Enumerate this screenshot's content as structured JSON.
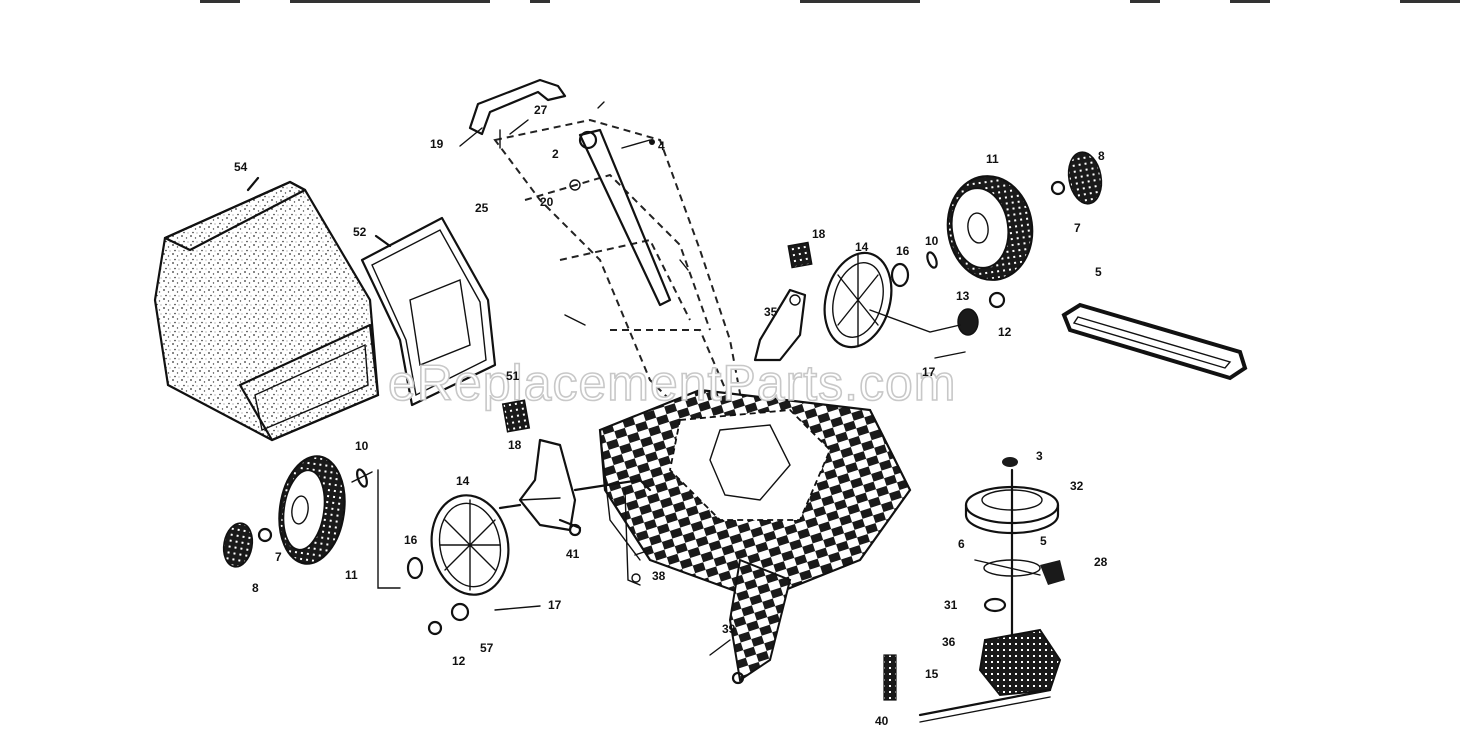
{
  "watermark": "eReplacementParts.com",
  "callouts": [
    {
      "id": "54",
      "text": "54"
    },
    {
      "id": "52",
      "text": "52"
    },
    {
      "id": "19",
      "text": "19"
    },
    {
      "id": "27",
      "text": "27"
    },
    {
      "id": "25",
      "text": "25"
    },
    {
      "id": "2",
      "text": "2"
    },
    {
      "id": "20",
      "text": "20"
    },
    {
      "id": "4",
      "text": "4"
    },
    {
      "id": "51",
      "text": "51"
    },
    {
      "id": "18",
      "text": "18"
    },
    {
      "id": "10a",
      "text": "10"
    },
    {
      "id": "14a",
      "text": "14"
    },
    {
      "id": "11a",
      "text": "11"
    },
    {
      "id": "7a",
      "text": "7"
    },
    {
      "id": "8a",
      "text": "8"
    },
    {
      "id": "16a",
      "text": "16"
    },
    {
      "id": "41",
      "text": "41"
    },
    {
      "id": "38a",
      "text": "38"
    },
    {
      "id": "17a",
      "text": "17"
    },
    {
      "id": "57",
      "text": "57"
    },
    {
      "id": "12a",
      "text": "12"
    },
    {
      "id": "39",
      "text": "39"
    },
    {
      "id": "18b",
      "text": "18"
    },
    {
      "id": "14b",
      "text": "14"
    },
    {
      "id": "16b",
      "text": "16"
    },
    {
      "id": "10b",
      "text": "10"
    },
    {
      "id": "11b",
      "text": "11"
    },
    {
      "id": "8b",
      "text": "8"
    },
    {
      "id": "7b",
      "text": "7"
    },
    {
      "id": "35",
      "text": "35"
    },
    {
      "id": "13",
      "text": "13"
    },
    {
      "id": "12b",
      "text": "12"
    },
    {
      "id": "17b",
      "text": "17"
    },
    {
      "id": "5a",
      "text": "5"
    },
    {
      "id": "3",
      "text": "3"
    },
    {
      "id": "32",
      "text": "32"
    },
    {
      "id": "6",
      "text": "6"
    },
    {
      "id": "5b",
      "text": "5"
    },
    {
      "id": "28",
      "text": "28"
    },
    {
      "id": "31",
      "text": "31"
    },
    {
      "id": "36",
      "text": "36"
    },
    {
      "id": "15",
      "text": "15"
    },
    {
      "id": "40",
      "text": "40"
    }
  ]
}
